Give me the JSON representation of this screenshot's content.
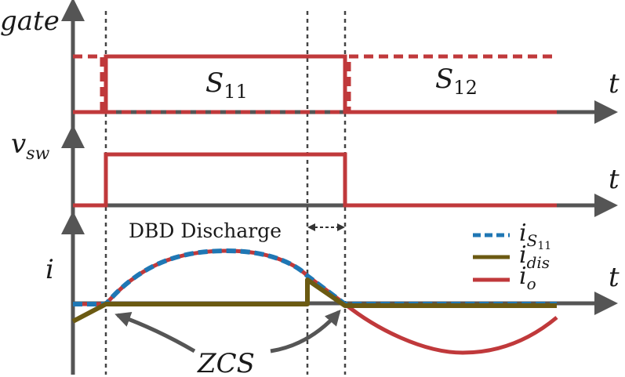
{
  "colors": {
    "axis": "#555555",
    "gate": "#c0393b",
    "vsw": "#c0393b",
    "i_s11": "#1f77b4",
    "i_dis": "#6b5a12",
    "i_o": "#c0393b",
    "dotted_guides": "#444444"
  },
  "axes": {
    "gate_ylabel": "gate",
    "vsw_ylabel": "v",
    "vsw_ylabel_sub": "sw",
    "i_ylabel": "i",
    "t_label_1": "t",
    "t_label_2": "t",
    "t_label_3": "t"
  },
  "gate_labels": {
    "s11_main": "S",
    "s11_sub": "11",
    "s12_main": "S",
    "s12_sub": "12"
  },
  "interval": {
    "label": "DBD Discharge"
  },
  "legend": {
    "items": [
      {
        "main": "i",
        "sub": "S",
        "subsub": "11",
        "style": "dashed",
        "color_key": "i_s11"
      },
      {
        "main": "i",
        "sub": "dis",
        "subsub": "",
        "style": "solid",
        "color_key": "i_dis"
      },
      {
        "main": "i",
        "sub": "o",
        "subsub": "",
        "style": "solid",
        "color_key": "i_o"
      }
    ]
  },
  "annotation": {
    "zcs": "ZCS"
  },
  "icons": [
    "arrow-up-icon",
    "arrow-right-icon",
    "double-arrow-icon"
  ]
}
